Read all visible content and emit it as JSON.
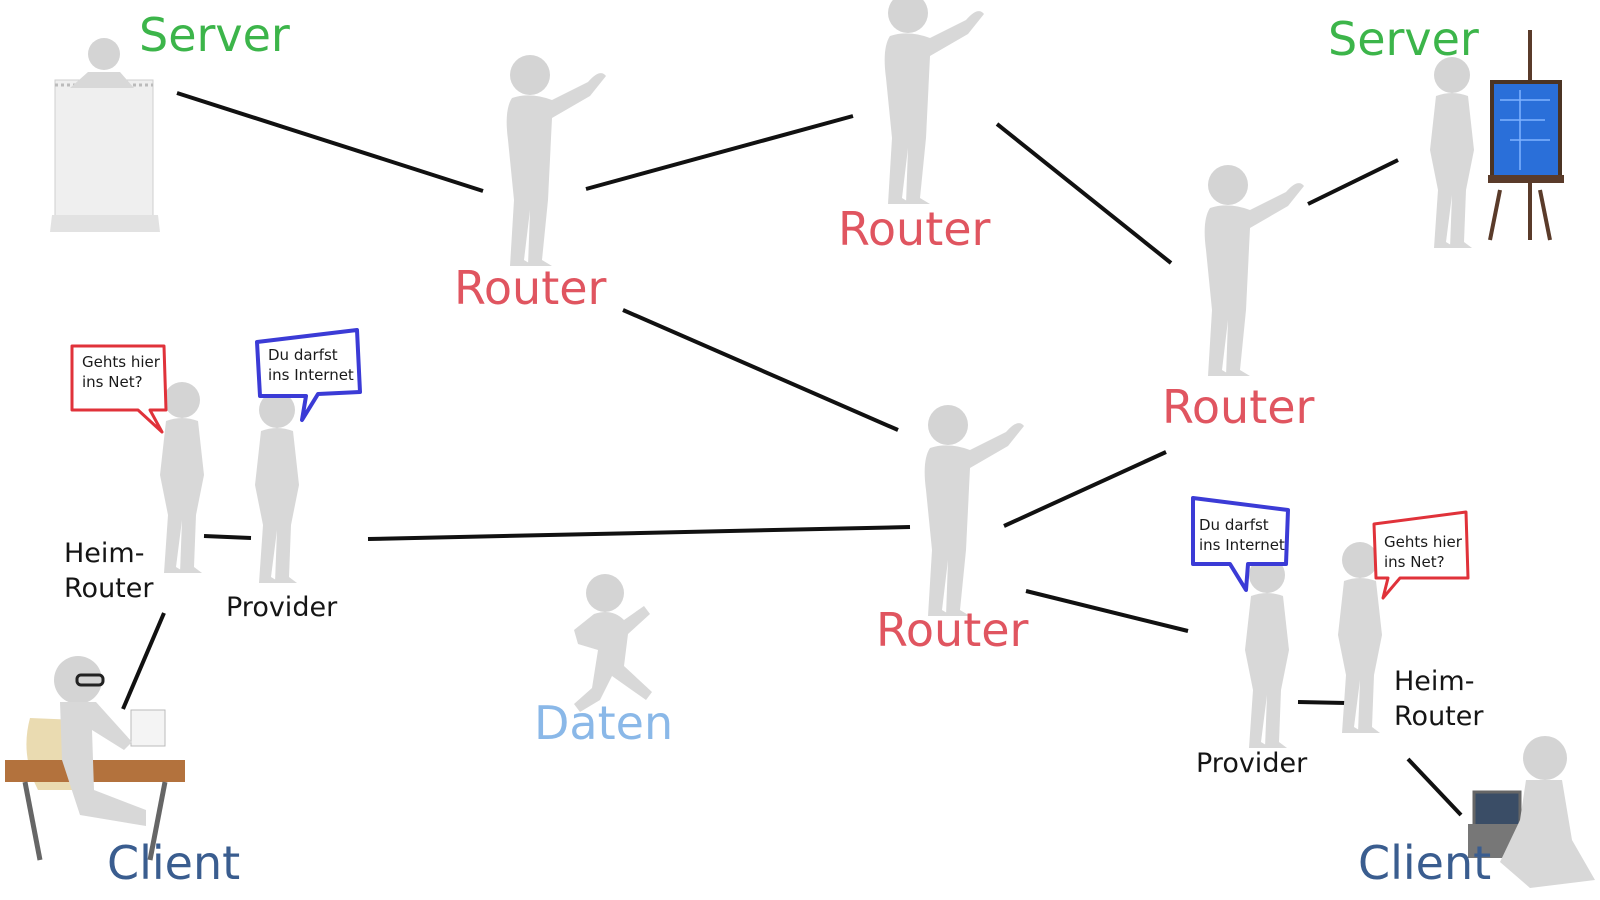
{
  "colors": {
    "server": "#3cb54a",
    "router": "#e05560",
    "client": "#3a5d8f",
    "daten": "#8ab8e8",
    "bubble_red": "#e0323a",
    "bubble_blue": "#3b3bd6",
    "figure": "#d6d6d6",
    "link": "#111111"
  },
  "labels": {
    "server_left": "Server",
    "server_right": "Server",
    "router_top_left": "Router",
    "router_top_center": "Router",
    "router_right": "Router",
    "router_center": "Router",
    "heim_router_left": "Heim-\nRouter",
    "heim_router_right": "Heim-\nRouter",
    "provider_left": "Provider",
    "provider_right": "Provider",
    "daten": "Daten",
    "client_left": "Client",
    "client_right": "Client"
  },
  "bubbles": {
    "left_red": "Gehts hier\nins Net?",
    "left_blue": "Du darfst\nins Internet",
    "right_blue": "Du darfst\nins Internet",
    "right_red": "Gehts hier\nins Net?"
  },
  "icons": {
    "server_left": "flipchart-figure-icon",
    "server_right": "easel-figure-icon",
    "router": "pointing-figure-icon",
    "client_left": "desk-computer-figure-icon",
    "client_right": "laptop-figure-icon",
    "daten": "running-figure-icon"
  }
}
